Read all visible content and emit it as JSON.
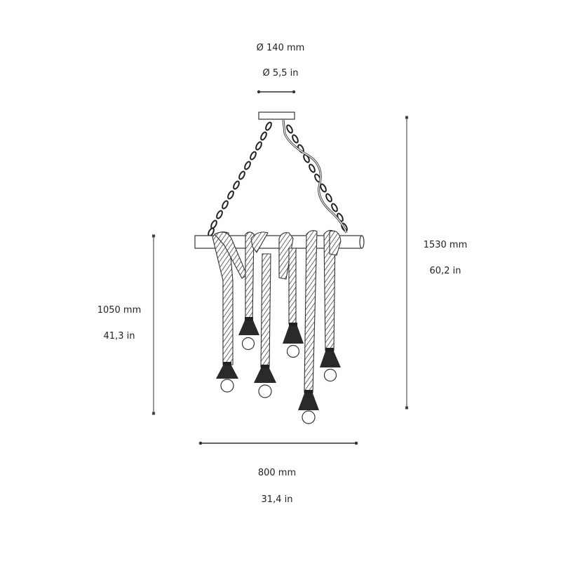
{
  "title": "Rope chandelier dimension drawing",
  "dimensions": {
    "canopy_diameter": {
      "mm": "Ø 140 mm",
      "in": "Ø 5,5 in"
    },
    "total_height": {
      "mm": "1530 mm",
      "in": "60,2 in"
    },
    "drop_height": {
      "mm": "1050 mm",
      "in": "41,3 in"
    },
    "width": {
      "mm": "800 mm",
      "in": "31,4 in"
    }
  },
  "components": {
    "canopy": "ceiling-canopy",
    "suspension": "two chains with power cable",
    "bar": "horizontal wooden bar",
    "pendants": 6
  },
  "colors": {
    "line": "#333333",
    "background": "#ffffff",
    "tassel": "#2a2a2a"
  }
}
